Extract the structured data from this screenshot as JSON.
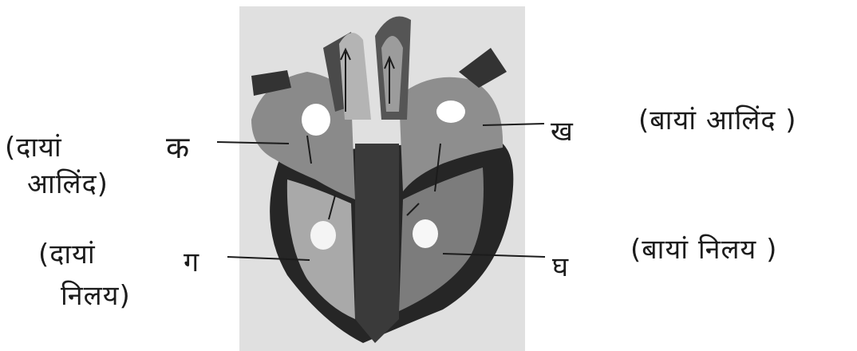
{
  "labels": {
    "right_atrium": {
      "marker": "क",
      "name_line1": "(दायां",
      "name_line2": "आलिंद)"
    },
    "left_atrium": {
      "marker": "ख",
      "name": "(बायां आलिंद )"
    },
    "right_ventricle": {
      "marker": "ग",
      "name_line1": "(दायां",
      "name_line2": "निलय)"
    },
    "left_ventricle": {
      "marker": "घ",
      "name": "(बायां निलय )"
    }
  }
}
